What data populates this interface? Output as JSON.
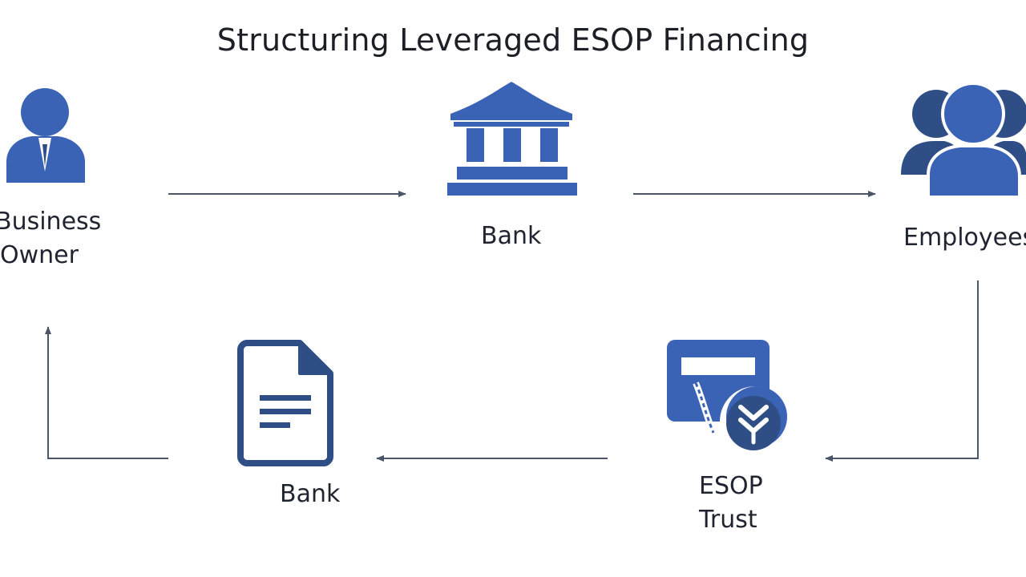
{
  "title": "Structuring Leveraged ESOP Financing",
  "nodes": {
    "business_owner": {
      "line1": "Business",
      "line2": "Owner",
      "icon": "business-person-icon"
    },
    "bank_top": {
      "label": "Bank",
      "icon": "bank-building-icon"
    },
    "employees": {
      "label": "Employees",
      "icon": "group-people-icon"
    },
    "esop_trust": {
      "line1": "ESOP",
      "line2": "Trust",
      "icon": "esop-trust-icon"
    },
    "bank_bottom": {
      "label": "Bank",
      "icon": "document-icon"
    }
  },
  "colors": {
    "icon_blue": "#3a63b6",
    "icon_dark": "#2f4e86",
    "arrow": "#4a5568"
  }
}
